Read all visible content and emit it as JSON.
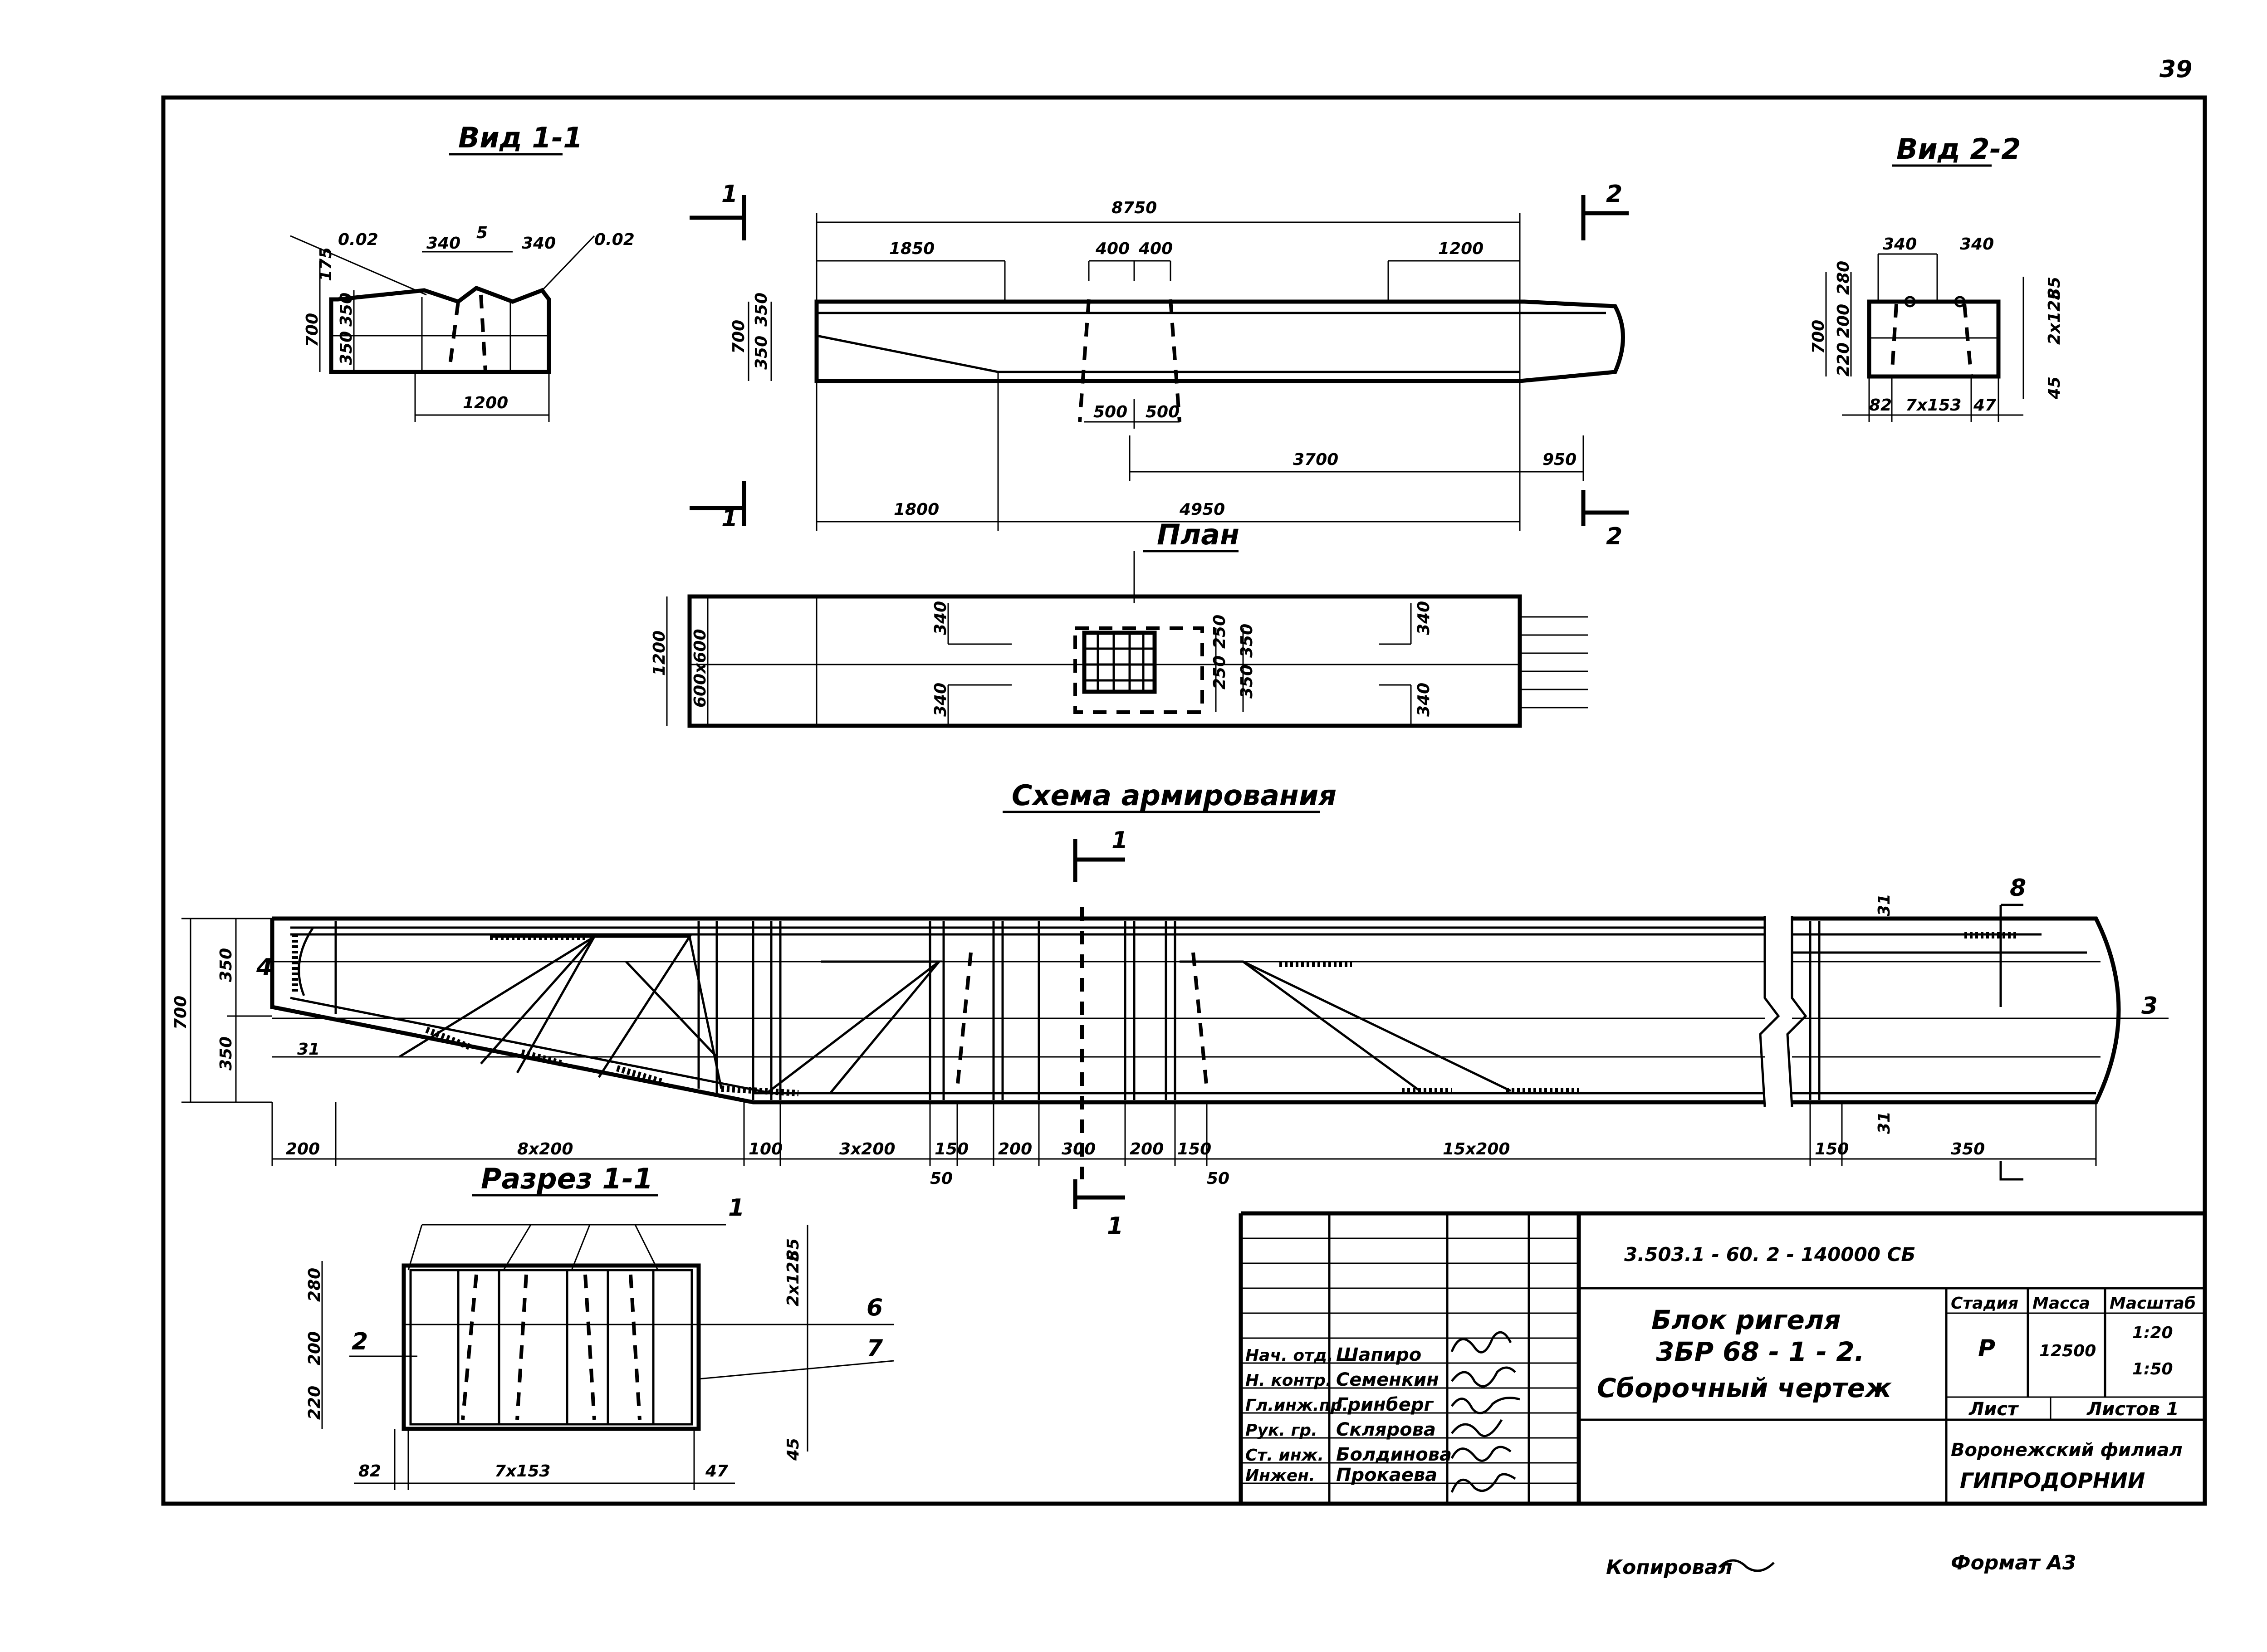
{
  "page_number": "39",
  "views": {
    "view_1_1_title": "Вид 1-1",
    "view_2_2_title": "Вид 2-2",
    "plan_title": "План",
    "scheme_title": "Схема армирования",
    "section_1_1_title": "Разрез 1-1"
  },
  "view_1_1": {
    "slope_left": "0.02",
    "slope_right": "0.02",
    "w1": "340",
    "gap": "5",
    "w2": "340",
    "h_top": "175",
    "h_total": "700",
    "h_upper": "350",
    "h_lower": "350",
    "width": "1200"
  },
  "elevation": {
    "overall_length": "8750",
    "left_seg": "1850",
    "mid_a": "400",
    "mid_b": "400",
    "right_seg": "1200",
    "h_total": "700",
    "h_upper": "350",
    "h_lower": "350",
    "bottom_a": "500",
    "bottom_b": "500",
    "span_3700": "3700",
    "end_950": "950",
    "base_left": "1800",
    "base_right": "4950",
    "cut_1": "1",
    "cut_2": "2"
  },
  "view_2_2": {
    "w1": "340",
    "w2": "340",
    "h1": "280",
    "h2": "200",
    "h3": "220",
    "h_total": "700",
    "side_a": "85",
    "side_b": "2x125",
    "side_c": "45",
    "bottom_left": "82",
    "bottom_mid": "7x153",
    "bottom_right": "47"
  },
  "plan": {
    "width": "1200",
    "half_dims": "600х600",
    "d1": "340",
    "d2": "340",
    "d3": "340",
    "d4": "340",
    "g1": "250",
    "g2": "350",
    "g3": "350",
    "g4": "250"
  },
  "scheme": {
    "h_total": "700",
    "h_upper": "350",
    "h_lower": "350",
    "left_off": "200",
    "spacing_8": "8x200",
    "s100": "100",
    "spacing_3": "3x200",
    "s150a": "150",
    "s200a": "200",
    "s300": "300",
    "s200b": "200",
    "s150b": "150",
    "spacing_15": "15x200",
    "s150c": "150",
    "end_350": "350",
    "s50a": "50",
    "s50b": "50",
    "off_31a": "31",
    "off_31b": "31",
    "off_31c": "31",
    "pos_4": "4",
    "pos_8": "8",
    "pos_3": "3",
    "cut_1": "1"
  },
  "section_1_1": {
    "pos_1": "1",
    "pos_2": "2",
    "pos_6": "6",
    "pos_7": "7",
    "h1": "280",
    "h2": "200",
    "h3": "220",
    "s1": "85",
    "s2": "2x125",
    "s3": "45",
    "bottom_left": "82",
    "bottom_mid": "7x153",
    "bottom_right": "47"
  },
  "title_block": {
    "doc_code": "3.503.1 - 60. 2 - 140000 СБ",
    "title_line1": "Блок ригеля",
    "title_line2": "3БР 68 - 1 - 2.",
    "title_line3": "Сборочный чертеж",
    "stage_header": "Стадия",
    "mass_header": "Масса",
    "scale_header": "Масштаб",
    "stage": "Р",
    "mass": "12500",
    "scale1": "1:20",
    "scale2": "1:50",
    "sheet": "Лист",
    "sheets": "Листов 1",
    "org1": "Воронежский филиал",
    "org2": "ГИПРОДОРНИИ",
    "roles": [
      {
        "role": "Нач. отд.",
        "name": "Шапиро"
      },
      {
        "role": "Н. контр.",
        "name": "Семенкин"
      },
      {
        "role": "Гл.инж.пр.",
        "name": "Гринберг"
      },
      {
        "role": "Рук. гр.",
        "name": "Склярова"
      },
      {
        "role": "Ст. инж.",
        "name": "Болдинова"
      },
      {
        "role": "Инжен.",
        "name": "Прокаева"
      }
    ]
  },
  "footer": {
    "copied": "Копировал",
    "format": "Формат А3"
  }
}
